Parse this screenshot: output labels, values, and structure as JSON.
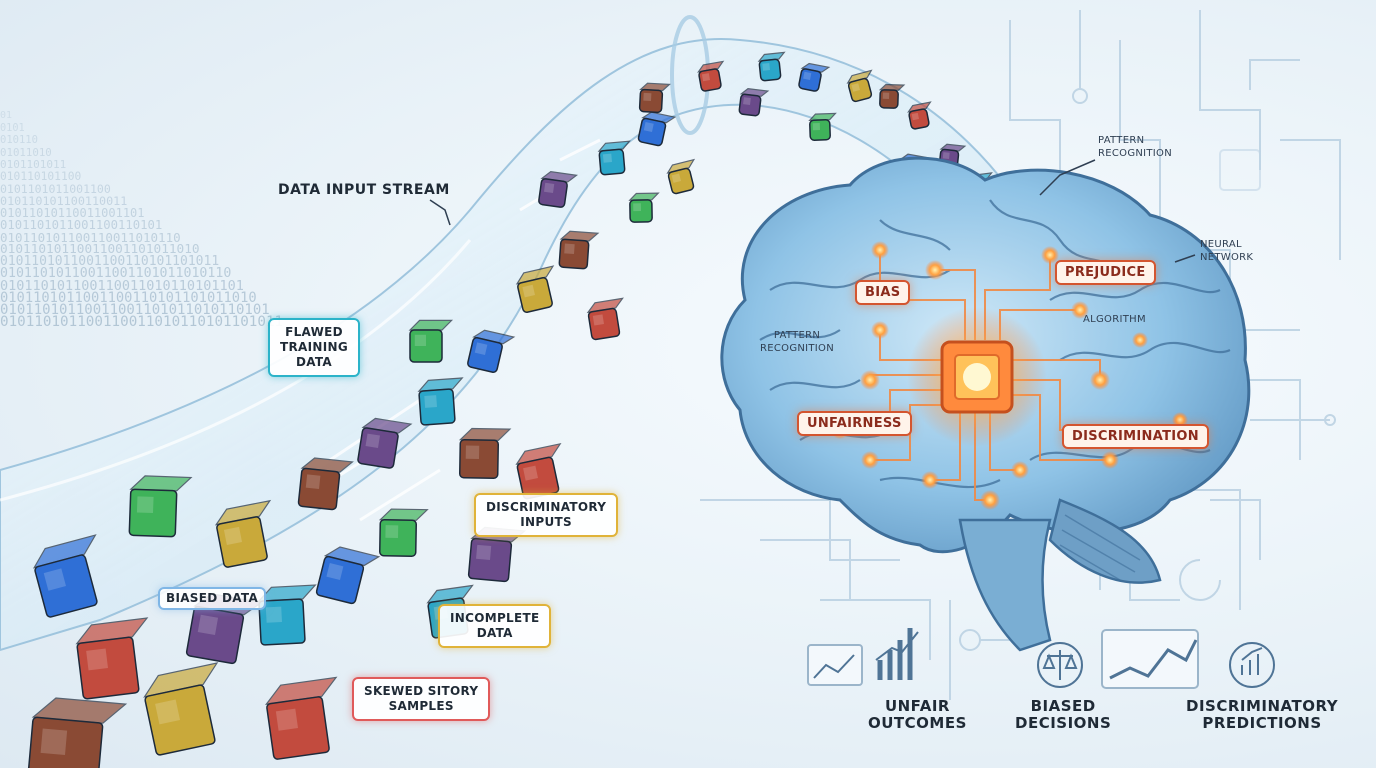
{
  "diagram": {
    "stream_label": "DATA INPUT STREAM",
    "input_callouts": {
      "flawed_training_data": "FLAWED\nTRAINING\nDATA",
      "discriminatory_inputs": "DISCRIMINATORY\nINPUTS",
      "biased_data": "BIASED DATA",
      "incomplete_data": "INCOMPLETE\nDATA",
      "skewed_samples": "SKEWED SITORY\nSAMPLES"
    },
    "brain_labels": {
      "bias": "BIAS",
      "prejudice": "PREJUDICE",
      "unfairness": "UNFAIRNESS",
      "discrimination": "DISCRIMINATION",
      "algorithm": "ALGORITHM",
      "pattern_recognition_inner": "PATTERN\nRECOGNITION",
      "pattern_recognition_outer": "PATTERN\nRECOGNITION",
      "neural_network": "NEURAL\nNETWORK"
    },
    "outcomes": {
      "unfair": "UNFAIR\nOUTCOMES",
      "biased": "BIASED\nDECISIONS",
      "discriminatory": "DISCRIMINATORY\nPREDICTIONS"
    },
    "binary_lines": [
      "01",
      "0101",
      "010110",
      "01011010",
      "0101101011",
      "010110101100",
      "0101101011001100",
      "010110101100110011",
      "01011010110011001101",
      "0101101011001100110101",
      "010110101100110011010110",
      "01011010110011001101011010",
      "0101101011001100110101101011",
      "01011010110011001101011010110",
      "010110101100110011010110101101",
      "0101101011001100110101101011010",
      "01011010110011001101011010110101",
      "010110101100110011010110101101011"
    ]
  },
  "colors": {
    "cube_blue": "#2f6fd6",
    "cube_green": "#3fb35a",
    "cube_gold": "#c9a93a",
    "cube_rust": "#8a4a34",
    "cube_red": "#c24b3e",
    "cube_purple": "#6a4a8a",
    "cube_cyan": "#2aa6c9",
    "chip_glow": "#ff8a3d",
    "brain_fill": "#8fc3e6",
    "circuit": "#b8cfe0"
  }
}
